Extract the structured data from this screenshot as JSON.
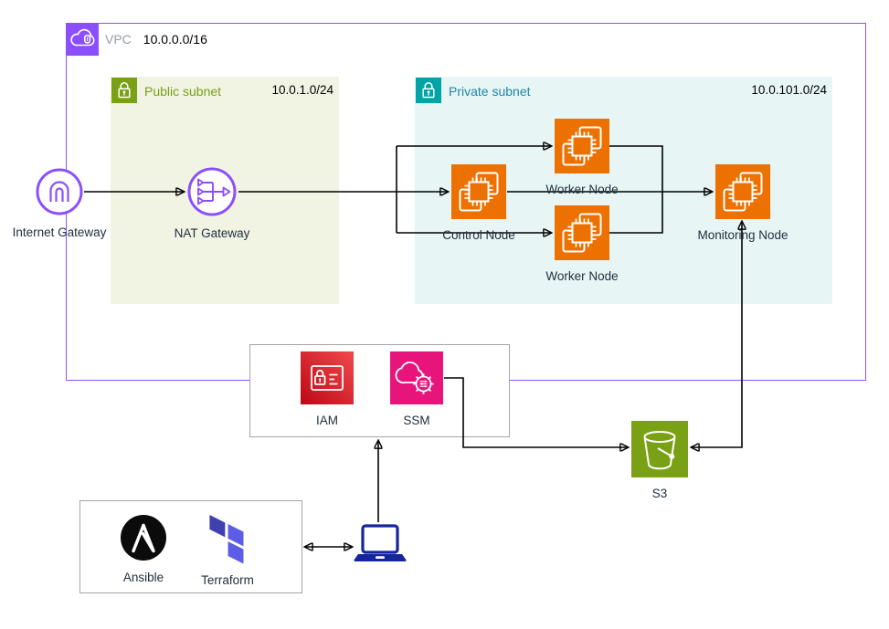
{
  "vpc": {
    "name": "VPC",
    "cidr": "10.0.0.0/16"
  },
  "public_subnet": {
    "name": "Public subnet",
    "cidr": "10.0.1.0/24"
  },
  "private_subnet": {
    "name": "Private subnet",
    "cidr": "10.0.101.0/24"
  },
  "nodes": {
    "internet_gateway": "Internet Gateway",
    "nat_gateway": "NAT Gateway",
    "control_node": "Control Node",
    "worker_node_top": "Worker Node",
    "worker_node_bottom": "Worker Node",
    "monitoring_node": "Monitoring Node",
    "iam": "IAM",
    "ssm": "SSM",
    "s3": "S3",
    "ansible": "Ansible",
    "terraform": "Terraform"
  },
  "edges": [
    {
      "from": "Internet Gateway",
      "to": "NAT Gateway",
      "direction": "one-way"
    },
    {
      "from": "NAT Gateway",
      "to": "Control Node",
      "direction": "one-way"
    },
    {
      "from": "NAT Gateway",
      "to": "Worker Node (top)",
      "direction": "one-way"
    },
    {
      "from": "NAT Gateway",
      "to": "Worker Node (bottom)",
      "direction": "one-way"
    },
    {
      "from": "Control Node / Worker Nodes",
      "to": "Monitoring Node",
      "direction": "one-way"
    },
    {
      "from": "Monitoring Node",
      "to": "S3",
      "direction": "two-way"
    },
    {
      "from": "SSM",
      "to": "S3",
      "direction": "one-way"
    },
    {
      "from": "Laptop",
      "to": "IAM / SSM box",
      "direction": "one-way"
    },
    {
      "from": "Ansible / Terraform box",
      "to": "Laptop",
      "direction": "two-way"
    }
  ],
  "colors": {
    "vpc_border": "#8C4FFF",
    "public_subnet_fill": "#F1F3E3",
    "public_subnet_accent": "#7AA116",
    "private_subnet_fill": "#E7F5F5",
    "private_subnet_accent": "#00A4A6",
    "private_subnet_text": "#1E87A5",
    "ec2_orange": "#ED7100",
    "iam_red_gradient": [
      "#BD0816",
      "#F0494C"
    ],
    "ssm_pink": "#E7157B",
    "s3_green": "#7AA116",
    "ansible_black": "#0B0B0B",
    "terraform_purple": "#5C5CE6",
    "terraform_purple_dark": "#4040B2",
    "laptop_navy": "#16259D",
    "connector": "#000000"
  }
}
